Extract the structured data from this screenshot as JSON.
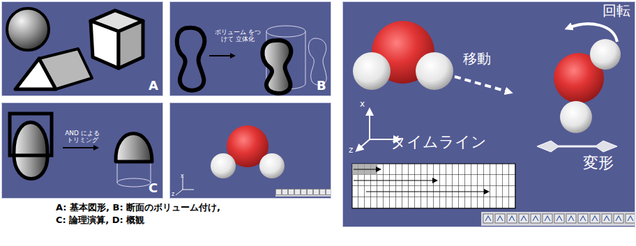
{
  "diagram": {
    "nodes": [
      {
        "text": [
          "A"
        ]
      },
      {
        "text": [
          "ボリューム をつけて 立体化",
          "B"
        ]
      },
      {
        "text": [
          "AND による トリミング",
          "C"
        ]
      },
      {
        "text": [
          "x",
          "z"
        ]
      },
      {
        "text": [
          "回転",
          "移動",
          "x",
          "z",
          "タイムライン",
          "変形"
        ]
      }
    ],
    "labels": [
      "A: 基本図形, B: 断面のボリューム付け,",
      "C: 論理演算, D: 概観"
    ]
  }
}
